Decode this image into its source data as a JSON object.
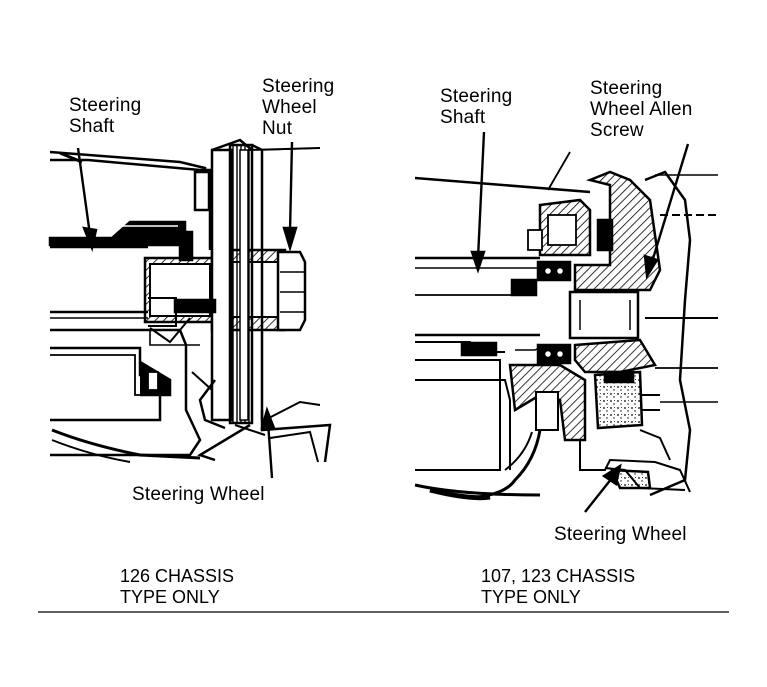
{
  "left_panel": {
    "labels": {
      "steering_shaft": [
        "Steering",
        "Shaft"
      ],
      "steering_wheel_nut": [
        "Steering",
        "Wheel",
        "Nut"
      ],
      "steering_wheel": "Steering Wheel"
    },
    "caption": [
      "126 CHASSIS",
      "TYPE ONLY"
    ]
  },
  "right_panel": {
    "labels": {
      "steering_shaft": [
        "Steering",
        "Shaft"
      ],
      "steering_wheel_allen_screw": [
        "Steering",
        "Wheel Allen",
        "Screw"
      ],
      "steering_wheel": "Steering Wheel"
    },
    "caption": [
      "107, 123 CHASSIS",
      "TYPE ONLY"
    ]
  }
}
